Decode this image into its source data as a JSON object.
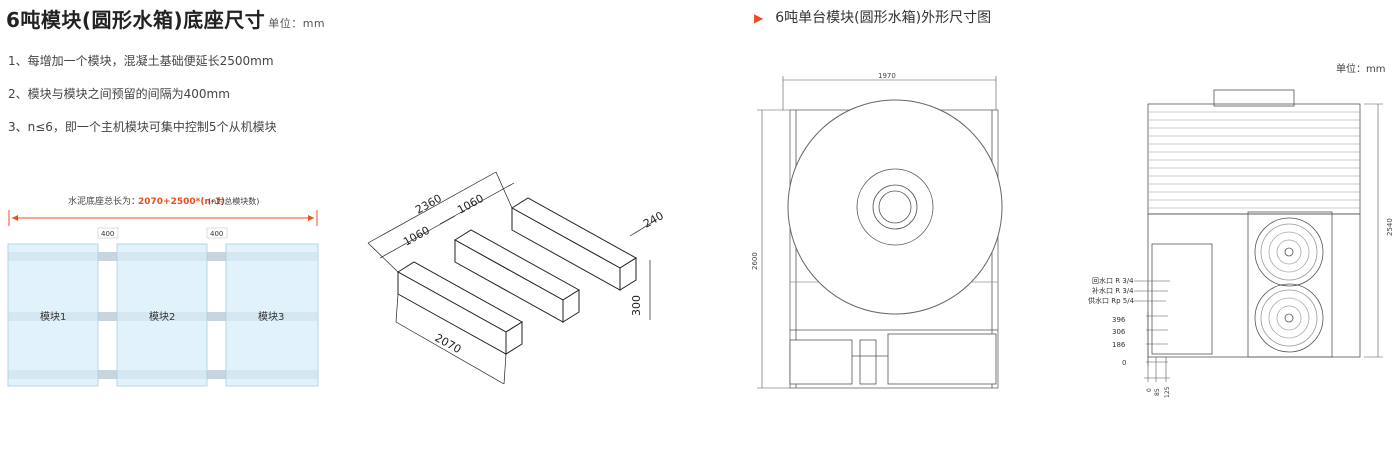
{
  "header": {
    "title": "6吨模块(圆形水箱)底座尺寸",
    "unit": "单位：mm"
  },
  "notes": [
    "1、每增加一个模块，混凝土基础便延长2500mm",
    "2、模块与模块之间预留的间隔为400mm",
    "3、n≤6，即一个主机模块可集中控制5个从机模块"
  ],
  "layout_diagram": {
    "total_label": "水泥底座总长为：",
    "formula": "2070+2500*(n-1)",
    "formula_note": "(n为总模块数)",
    "gap_labels": [
      "400",
      "400"
    ],
    "modules": [
      "模块1",
      "模块2",
      "模块3"
    ],
    "accent_color": "#e8501c"
  },
  "base_drawing": {
    "dims": [
      "2360",
      "1060",
      "1060",
      "240",
      "300",
      "2070"
    ]
  },
  "right_section": {
    "title": "6吨单台模块(圆形水箱)外形尺寸图",
    "unit": "单位：mm",
    "front_view": {
      "width_dim": "1970",
      "height_dim": "2600"
    },
    "side_view": {
      "height_dim": "2540",
      "pipe_labels": [
        "回水口 R 3/4",
        "补水口 R 3/4",
        "供水口 Rp 5/4"
      ],
      "vertical_dims": [
        "396",
        "306",
        "186",
        "0"
      ],
      "horizontal_dims": [
        "0",
        "85",
        "125"
      ]
    }
  }
}
